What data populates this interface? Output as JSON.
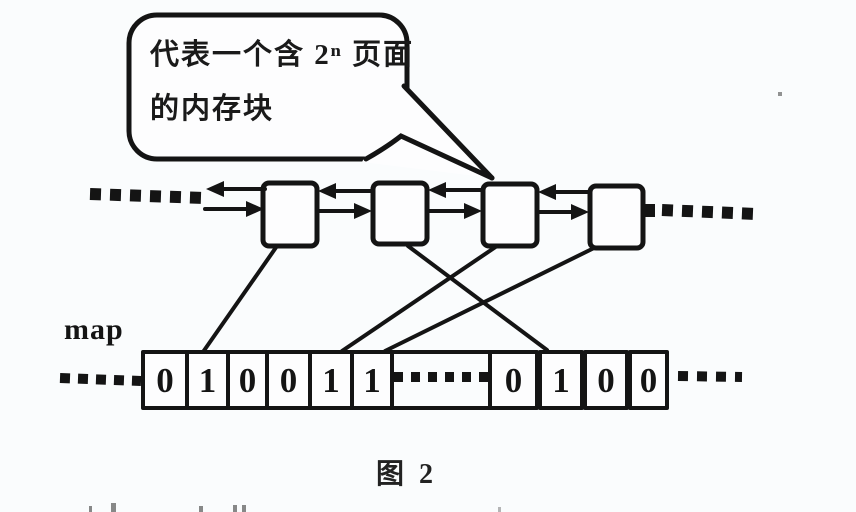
{
  "canvas": {
    "background": "#fafcfd",
    "ink": "#141414"
  },
  "speech_bubble": {
    "line1": "代表一个含 2ⁿ 页面",
    "line2": "的内存块"
  },
  "linked_list": {
    "node_count": 4
  },
  "bitmap": {
    "label": "map",
    "left_values": [
      "0",
      "1",
      "0",
      "0",
      "1",
      "1"
    ],
    "gap_ellipsis": "·····",
    "right_values": [
      "0",
      "1",
      "0",
      "0"
    ]
  },
  "caption": "图 2"
}
